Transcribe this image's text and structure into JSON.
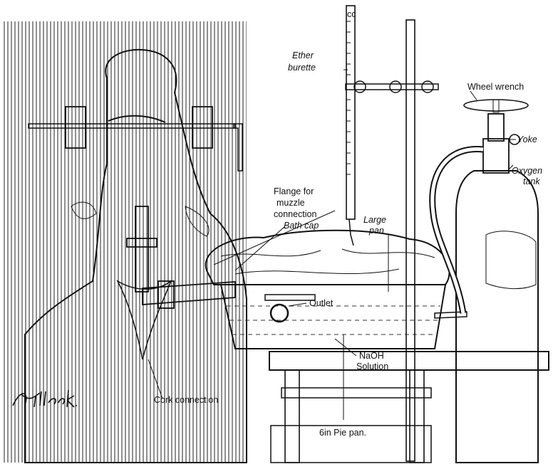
{
  "figure": {
    "labels": {
      "ether_burette_1": "Ether",
      "ether_burette_2": "burette",
      "wheel_wrench": "Wheel wrench",
      "yoke": "Yoke",
      "oxygen_1": "Oxygen",
      "oxygen_2": "tank",
      "flange_1": "Flange for",
      "flange_2": "muzzle",
      "flange_3": "connection",
      "bath_cap": "Bath cap",
      "large_pan_1": "Large",
      "large_pan_2": "pan",
      "outlet": "Outlet",
      "naoh_1": "NaOH",
      "naoh_2": "Solution",
      "pie_pan": "6in Pie pan.",
      "cork": "Cork connection",
      "burette_mark": "cc"
    },
    "signature": "Halleck."
  }
}
